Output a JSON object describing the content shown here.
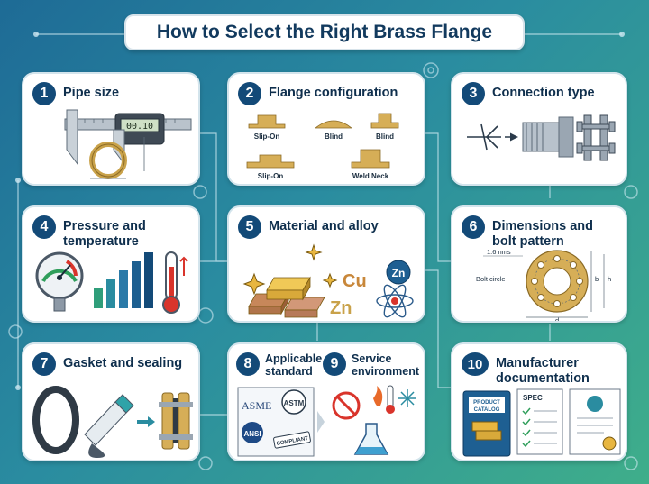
{
  "title": "How to Select the Right Brass Flange",
  "cards": [
    {
      "num": "1",
      "title": "Pipe size"
    },
    {
      "num": "2",
      "title": "Flange configuration"
    },
    {
      "num": "3",
      "title": "Connection type"
    },
    {
      "num": "4",
      "title": "Pressure and temperature"
    },
    {
      "num": "5",
      "title": "Material and alloy"
    },
    {
      "num": "6",
      "title": "Dimensions and bolt pattern"
    },
    {
      "num": "7",
      "title": "Gasket and sealing"
    },
    {
      "num": "8",
      "title": "Applicable standard"
    },
    {
      "num": "9",
      "title": "Service environment"
    },
    {
      "num": "10",
      "title": "Manufacturer documentation"
    }
  ],
  "caliper": {
    "readout": "00.10"
  },
  "flange_types": {
    "slip_on_1": "Slip-On",
    "blind_1": "Blind",
    "blind_2": "Blind",
    "slip_on_2": "Slip-On",
    "weld_neck": "Weld Neck"
  },
  "elements": {
    "cu": "Cu",
    "zn_badge": "Zn",
    "zn": "Zn"
  },
  "dimensions": {
    "thickness": "1.6 nms",
    "bolt_circle": "Bolt circle",
    "b": "b",
    "h": "h",
    "d": "d"
  },
  "standards": {
    "asme": "ASME",
    "astm": "ASTM",
    "ansi": "ANSI",
    "compliant": "COMPLIANT"
  },
  "docs": {
    "catalog_line1": "PRODUCT",
    "catalog_line2": "CATALOG",
    "spec": "SPEC"
  },
  "colors": {
    "navy": "#134a78",
    "brass": "#c9a24a",
    "teal": "#2a8ca0"
  }
}
